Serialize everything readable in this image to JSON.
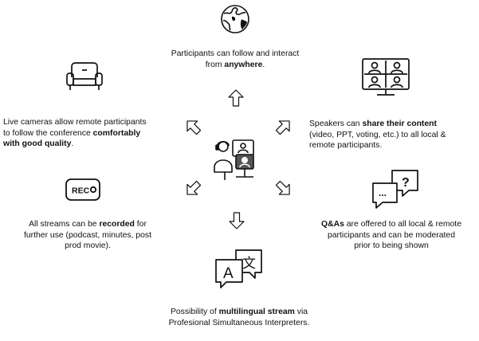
{
  "top": {
    "line1": "Participants can follow and interact",
    "line2_pre": "from ",
    "line2_bold": "anywhere",
    "line2_post": ".",
    "icon": "globe-icon"
  },
  "left_top": {
    "line1": "Live cameras allow remote participants",
    "line2_pre": "to follow the conference ",
    "line2_bold": "comfortably",
    "line3_bold": "with good quality",
    "line3_post": ".",
    "icon": "armchair-icon"
  },
  "right_top": {
    "line1_pre": "Speakers can ",
    "line1_bold": "share their content",
    "line2": "(video, PPT, voting, etc.) to all local &",
    "line3": "remote participants.",
    "icon": "video-conference-monitor-icon"
  },
  "left_bottom": {
    "line1_pre": "All streams can be ",
    "line1_bold": "recorded",
    "line1_post": " for",
    "line2": "further use (podcast, minutes, post",
    "line3": "prod movie).",
    "icon": "rec-button-icon",
    "rec_label": "REC"
  },
  "right_bottom": {
    "line1_bold": "Q&As",
    "line1_post": " are offered to all local & remote",
    "line2": "participants and can be moderated",
    "line3": "prior to being shown",
    "icon": "chat-question-icon",
    "qmark": "?",
    "dots": "..."
  },
  "bottom": {
    "line1_pre": "Possibility of ",
    "line1_bold": "multilingual stream",
    "line1_post": " via",
    "line2": "Profesional Simultaneous Interpreters.",
    "icon": "translation-icon",
    "glyph_a": "A",
    "glyph_zh": "文"
  },
  "hub": {
    "icon": "remote-participant-hub-icon"
  }
}
